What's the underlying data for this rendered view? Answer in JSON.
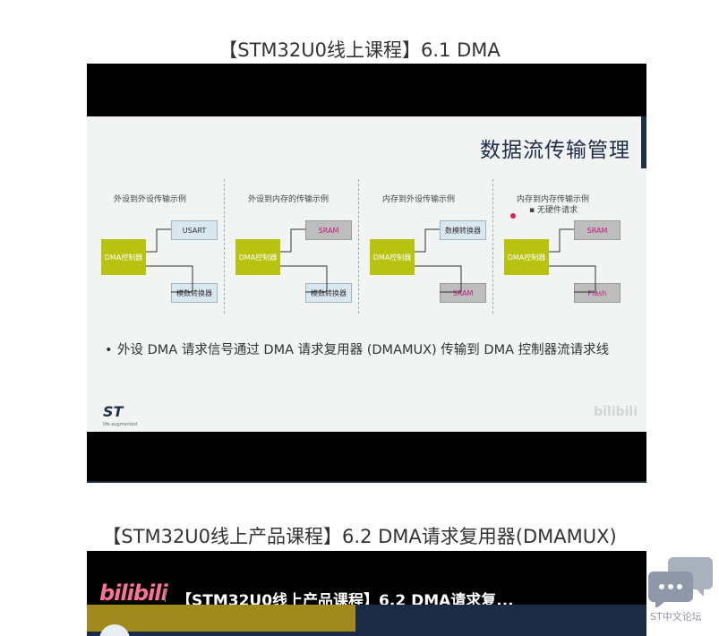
{
  "video1": {
    "title": "【STM32U0线上课程】6.1 DMA",
    "slide": {
      "heading": "数据流传输管理",
      "panels": [
        {
          "label": "外设到外设传输示例",
          "controller": "DMA控制器",
          "target": "USART",
          "source": "模数转换器"
        },
        {
          "label": "外设到内存的传输示例",
          "controller": "DMA控制器",
          "target": "SRAM",
          "source": "模数转换器"
        },
        {
          "label": "内存到外设传输示例",
          "controller": "DMA控制器",
          "target": "数模转换器",
          "source": "SRAM"
        },
        {
          "label": "内存到内存传输示例",
          "sublabel": "无硬件请求",
          "controller": "DMA控制器",
          "target": "SRAM",
          "source": "Flash"
        }
      ],
      "bullet": "外设 DMA 请求信号通过 DMA 请求复用器 (DMAMUX) 传输到 DMA 控制器流请求线",
      "logo": "ST",
      "tagline": "life.augmented",
      "watermark": "bilibili"
    }
  },
  "video2": {
    "title": "【STM32U0线上产品课程】6.2 DMA请求复用器(DMAMUX)",
    "player_logo": "bilibili",
    "player_title": "【STM32U0线上产品课程】6.2 DMA请求复..."
  },
  "chat": {
    "label": "ST中文论坛",
    "icon": "chat-bubbles-icon"
  },
  "colors": {
    "controller": "#b7c30f",
    "heading": "#1f2f49",
    "bili": "#fb7299"
  }
}
